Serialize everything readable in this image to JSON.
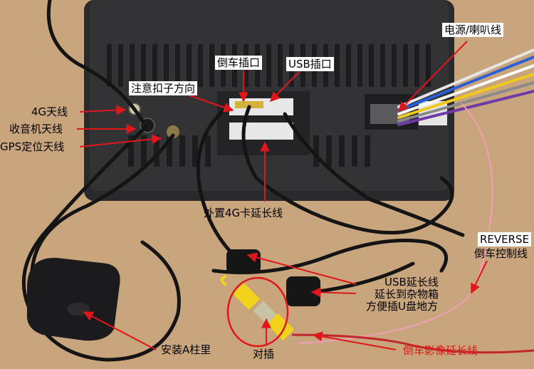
{
  "labels": {
    "power_speaker": "电源/喇叭线",
    "reverse_port": "倒车插口",
    "usb_port": "USB插口",
    "buckle_direction": "注意扣子方向",
    "antenna_4g": "4G天线",
    "radio_antenna": "收音机天线",
    "gps_antenna": "GPS定位天线",
    "ext_4g_card": "外置4G卡延长线",
    "reverse_en": "REVERSE",
    "reverse_control": "倒车控制线",
    "usb_ext_1": "USB延长线",
    "usb_ext_2": "延长到杂物箱",
    "usb_ext_3": "方便插U盘地方",
    "install_a_pillar": "安装A柱里",
    "mate": "对插",
    "reverse_video_ext": "倒车影像延长线"
  },
  "colors": {
    "background": "#c8a57c",
    "unit_body": "#2a2a2c",
    "arrow": "#e0161b",
    "cable": "#141414",
    "rca_yellow": "#f2d21a",
    "reverse_wire": "#ef9fb8"
  }
}
